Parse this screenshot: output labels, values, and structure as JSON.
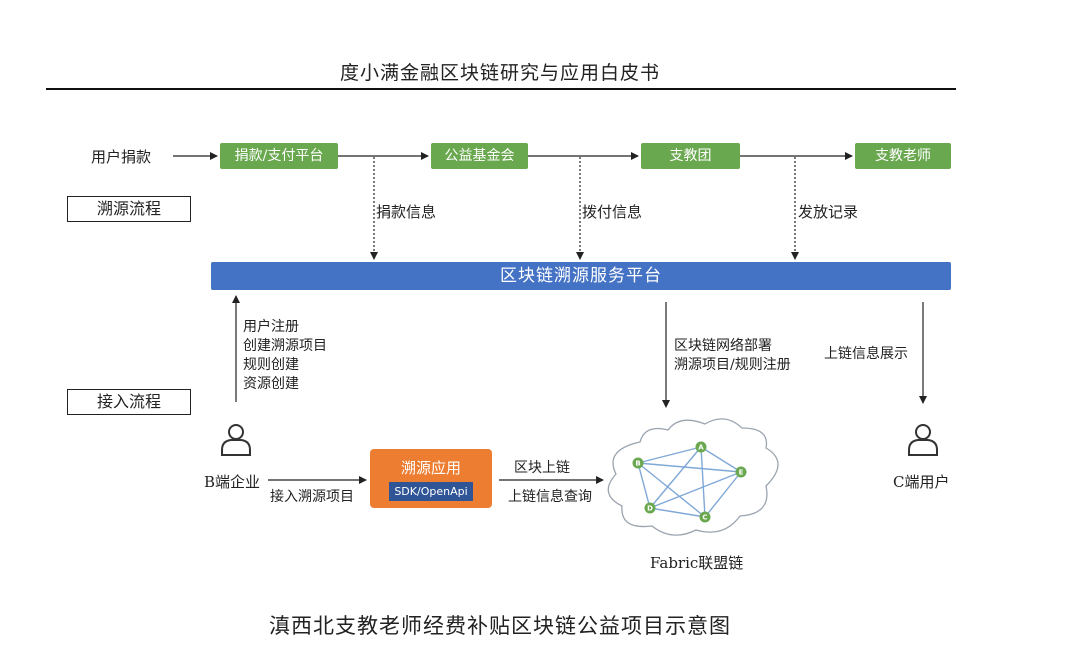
{
  "header": {
    "title": "度小满金融区块链研究与应用白皮书"
  },
  "trace": {
    "section_label": "溯源流程",
    "start_label": "用户捐款",
    "steps": [
      "捐款/支付平台",
      "公益基金会",
      "支教团",
      "支教老师"
    ],
    "info_labels": [
      "捐款信息",
      "拨付信息",
      "发放记录"
    ]
  },
  "platform": {
    "label": "区块链溯源服务平台"
  },
  "access": {
    "section_label": "接入流程",
    "register_lines": [
      "用户注册",
      "创建溯源项目",
      "规则创建",
      "资源创建"
    ],
    "deploy_lines": [
      "区块链网络部署",
      "溯源项目/规则注册"
    ],
    "display_label": "上链信息展示",
    "b_user_label": "B端企业",
    "b_link_label": "接入溯源项目",
    "app_title": "溯源应用",
    "app_sdk": "SDK/OpenApi",
    "chain_up_label": "区块上链",
    "chain_query_label": "上链信息查询",
    "c_user_label": "C端用户",
    "network_label": "Fabric联盟链",
    "nodes": [
      "A",
      "B",
      "C",
      "D",
      "E"
    ]
  },
  "caption": "滇西北支教老师经费补贴区块链公益项目示意图",
  "colors": {
    "green": "#6aa84f",
    "blue": "#4472c4",
    "orange": "#ed7d31",
    "dark_blue": "#2f5597"
  },
  "icons": [
    "user-icon",
    "cloud-icon"
  ]
}
